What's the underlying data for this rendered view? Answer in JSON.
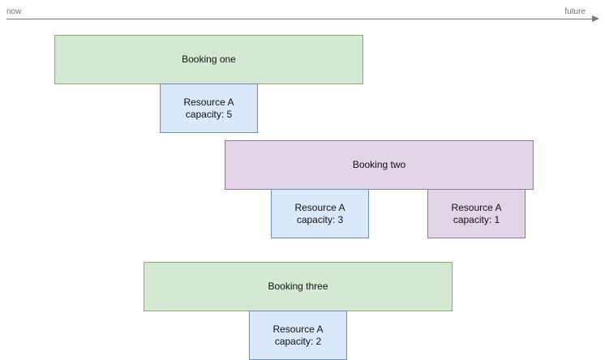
{
  "timeline": {
    "start_label": "now",
    "end_label": "future"
  },
  "bookings": [
    {
      "title": "Booking one",
      "resources": [
        {
          "name": "Resource A",
          "capacity_text": "capacity: 5"
        }
      ]
    },
    {
      "title": "Booking two",
      "resources": [
        {
          "name": "Resource A",
          "capacity_text": "capacity: 3"
        },
        {
          "name": "Resource A",
          "capacity_text": "capacity: 1"
        }
      ]
    },
    {
      "title": "Booking three",
      "resources": [
        {
          "name": "Resource A",
          "capacity_text": "capacity: 2"
        }
      ]
    }
  ],
  "colors": {
    "booking_green_fill": "#d5e8d4",
    "booking_green_stroke": "#82b366",
    "booking_purple_fill": "#e1d5e7",
    "booking_purple_stroke": "#9673a6",
    "resource_blue_fill": "#dae8fc",
    "resource_blue_stroke": "#6c8ebf"
  }
}
